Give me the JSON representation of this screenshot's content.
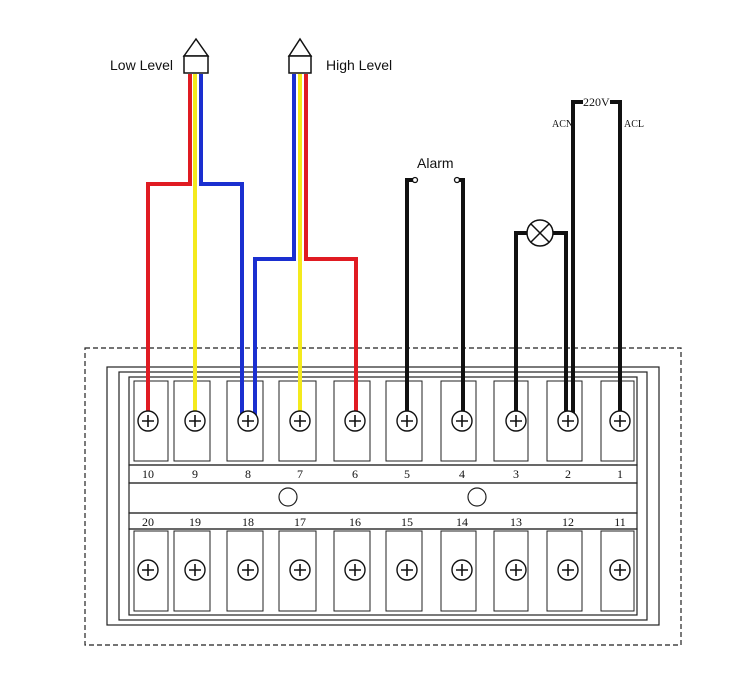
{
  "labels": {
    "low_level": "Low Level",
    "high_level": "High Level",
    "alarm": "Alarm",
    "voltage": "220V",
    "acn": "ACN",
    "acl": "ACL"
  },
  "terminals": {
    "top": [
      "10",
      "9",
      "8",
      "7",
      "6",
      "5",
      "4",
      "3",
      "2",
      "1"
    ],
    "bottom": [
      "20",
      "19",
      "18",
      "17",
      "16",
      "15",
      "14",
      "13",
      "12",
      "11"
    ]
  },
  "colors": {
    "red": "#e01b22",
    "yellow": "#f4ea1d",
    "blue": "#1a2fd0",
    "black": "#111111"
  }
}
